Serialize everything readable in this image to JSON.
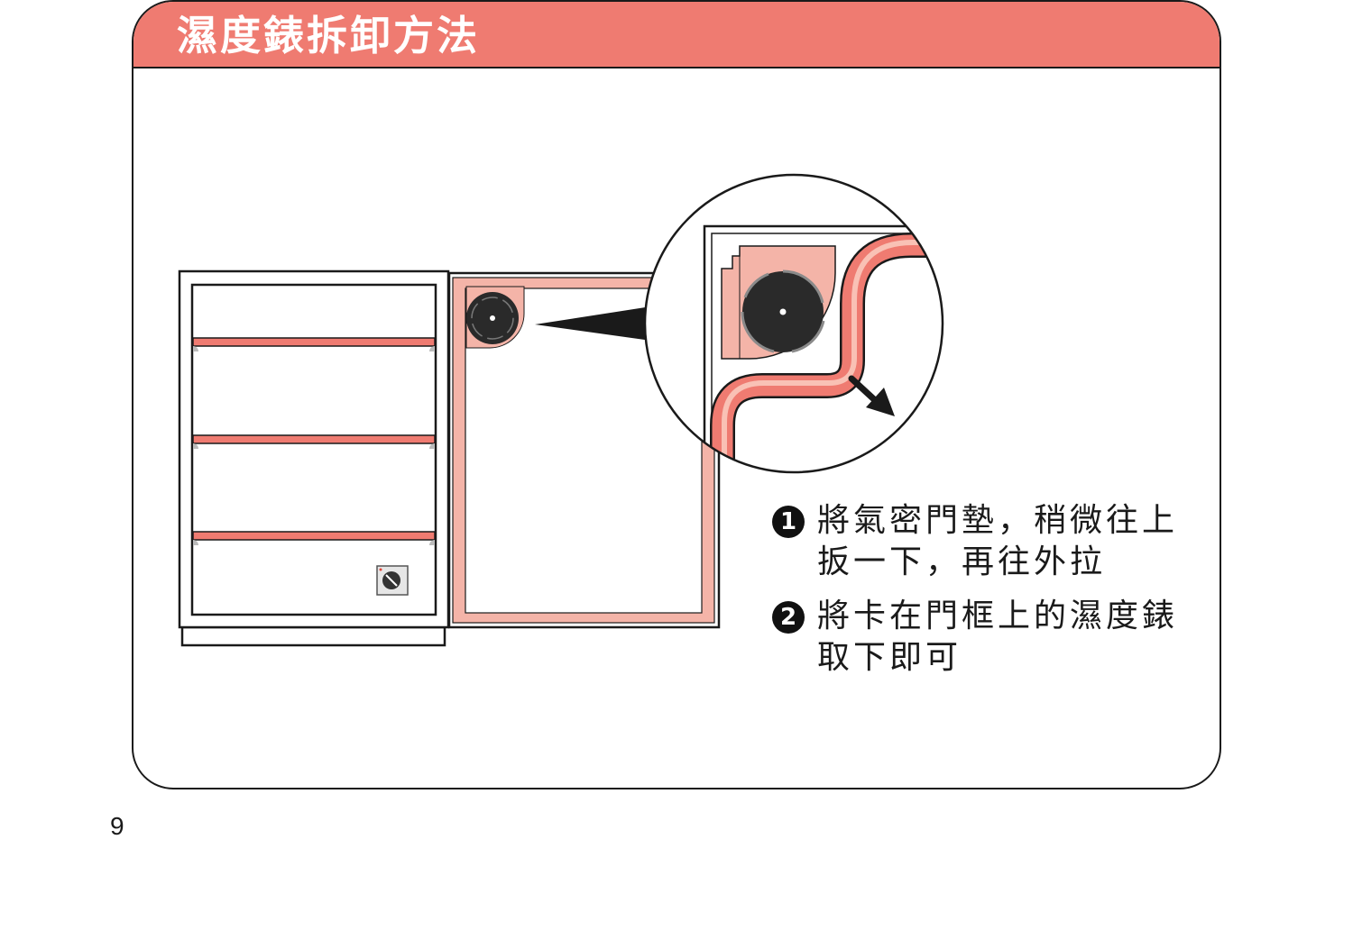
{
  "header": {
    "title": "濕度錶拆卸方法"
  },
  "steps": [
    {
      "number": "1",
      "text": "將氣密門墊，稍微往上扳一下，再往外拉"
    },
    {
      "number": "2",
      "text": "將卡在門框上的濕度錶取下即可"
    }
  ],
  "page": {
    "number": "9"
  },
  "colors": {
    "header_bg": "#ef7b71",
    "gasket": "#f4b4a8",
    "shelf": "#ef7b71",
    "outline": "#1a1a1a",
    "dial": "#2a2a2a"
  },
  "icons": [
    "hygrometer-icon",
    "control-knob-icon",
    "pull-direction-arrow-icon"
  ]
}
